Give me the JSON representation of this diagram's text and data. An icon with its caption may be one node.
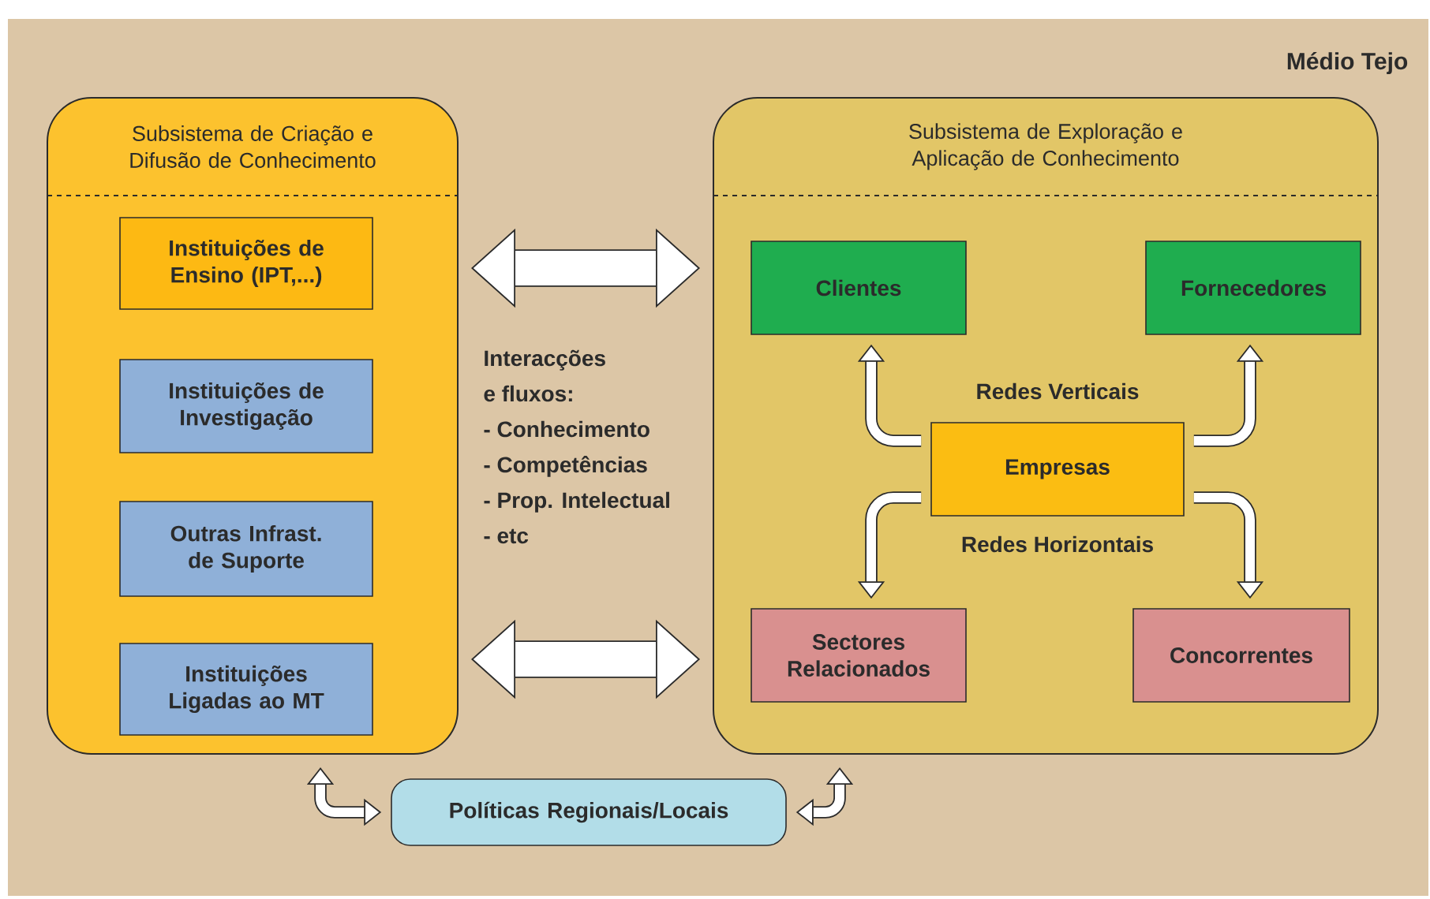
{
  "diagram": {
    "nodes": [
      {
        "text": [
          "Subsistema de Criação e Difusão de Conhecimento"
        ]
      },
      {
        "text": [
          "Instituições de Ensino (IPT,...)"
        ],
        "in": 0
      },
      {
        "text": [
          "Instituições de Investigação"
        ],
        "in": 0
      },
      {
        "text": [
          "Outras Infrast. de Suporte"
        ],
        "in": 0
      },
      {
        "text": [
          "Instituições Ligadas ao MT"
        ],
        "in": 0
      },
      {
        "text": [
          "Subsistema de Exploração e Aplicação de Conhecimento"
        ]
      },
      {
        "text": [
          "Clientes"
        ],
        "in": 5
      },
      {
        "text": [
          "Fornecedores"
        ],
        "in": 5
      },
      {
        "text": [
          "Empresas"
        ],
        "in": 5
      },
      {
        "text": [
          "Sectores Relacionados"
        ],
        "in": 5
      },
      {
        "text": [
          "Concorrentes"
        ],
        "in": 5
      },
      {
        "text": [
          "Políticas Regionais/Locais"
        ]
      }
    ],
    "edges": [
      {
        "from": 0,
        "to": 5,
        "arrow": "both",
        "style": "thick"
      },
      {
        "from": 0,
        "to": 5,
        "arrow": "both",
        "style": "thick"
      },
      {
        "from": 8,
        "to": 6,
        "arrow": "to"
      },
      {
        "from": 8,
        "to": 7,
        "arrow": "to"
      },
      {
        "from": 8,
        "to": 9,
        "arrow": "to"
      },
      {
        "from": 8,
        "to": 10,
        "arrow": "to"
      },
      {
        "from": 11,
        "to": 0,
        "arrow": "both"
      },
      {
        "from": 11,
        "to": 5,
        "arrow": "both"
      }
    ],
    "labels": [
      "Médio Tejo",
      "Interacções",
      "e fluxos:",
      "- Conhecimento",
      "- Competências",
      "- Prop. Intelectual",
      "- etc",
      "Redes Verticais",
      "Redes Horizontais"
    ]
  }
}
